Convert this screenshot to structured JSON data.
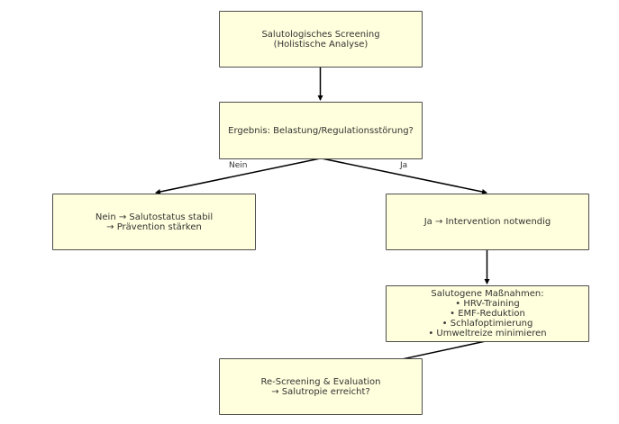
{
  "diagram": {
    "type": "flowchart",
    "colors": {
      "box_fill": "#ffffdd",
      "box_border": "#4d4d4d",
      "text": "#333333",
      "arrow": "#000000"
    },
    "nodes": [
      {
        "id": "b1",
        "text": "Salutologisches Screening\n(Holistische Analyse)"
      },
      {
        "id": "b2",
        "text": "Ergebnis: Belastung/Regulationsstörung?"
      },
      {
        "id": "b3",
        "text": "Nein → Salutostatus stabil\n→ Prävention stärken"
      },
      {
        "id": "b4",
        "text": "Ja → Intervention notwendig"
      },
      {
        "id": "b5",
        "text": "Salutogene Maßnahmen:\n• HRV-Training\n• EMF-Reduktion\n• Schlafoptimierung\n• Umweltreize minimieren"
      },
      {
        "id": "b6",
        "text": "Re-Screening & Evaluation\n→ Salutropie erreicht?"
      }
    ],
    "edges": [
      {
        "from": "b1",
        "to": "b2",
        "label": ""
      },
      {
        "from": "b2",
        "to": "b3",
        "label": "Nein"
      },
      {
        "from": "b2",
        "to": "b4",
        "label": "Ja"
      },
      {
        "from": "b4",
        "to": "b5",
        "label": ""
      },
      {
        "from": "b5",
        "to": "b6",
        "label": ""
      }
    ]
  }
}
